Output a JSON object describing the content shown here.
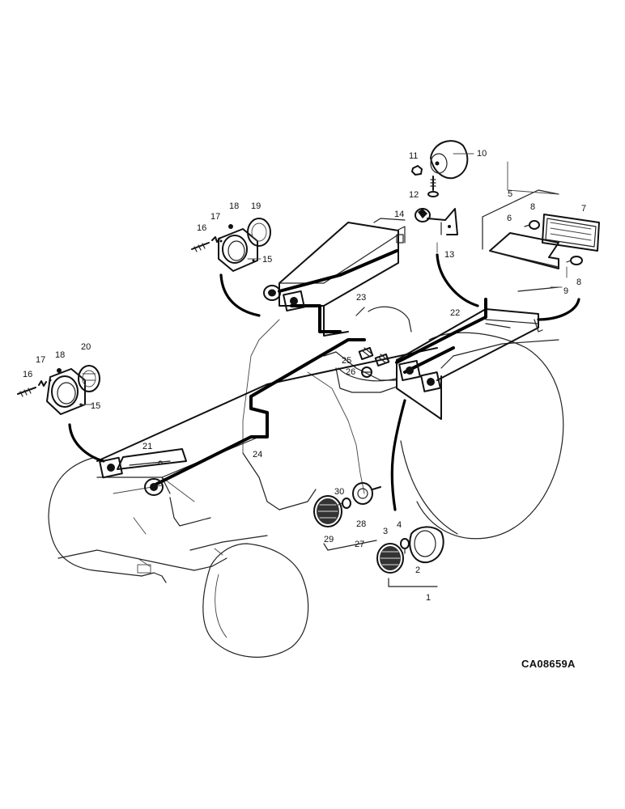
{
  "figure_code": "CA08659A",
  "callouts": [
    {
      "id": "c1",
      "text": "1"
    },
    {
      "id": "c2",
      "text": "2"
    },
    {
      "id": "c3",
      "text": "3"
    },
    {
      "id": "c4",
      "text": "4"
    },
    {
      "id": "c5",
      "text": "5"
    },
    {
      "id": "c6",
      "text": "6"
    },
    {
      "id": "c7",
      "text": "7"
    },
    {
      "id": "c8a",
      "text": "8"
    },
    {
      "id": "c8b",
      "text": "8"
    },
    {
      "id": "c9",
      "text": "9"
    },
    {
      "id": "c10",
      "text": "10"
    },
    {
      "id": "c11",
      "text": "11"
    },
    {
      "id": "c12",
      "text": "12"
    },
    {
      "id": "c13",
      "text": "13"
    },
    {
      "id": "c14",
      "text": "14"
    },
    {
      "id": "c15a",
      "text": "15"
    },
    {
      "id": "c15b",
      "text": "15"
    },
    {
      "id": "c16a",
      "text": "16"
    },
    {
      "id": "c16b",
      "text": "16"
    },
    {
      "id": "c17a",
      "text": "17"
    },
    {
      "id": "c17b",
      "text": "17"
    },
    {
      "id": "c18a",
      "text": "18"
    },
    {
      "id": "c18b",
      "text": "18"
    },
    {
      "id": "c19",
      "text": "19"
    },
    {
      "id": "c20",
      "text": "20"
    },
    {
      "id": "c21",
      "text": "21"
    },
    {
      "id": "c22",
      "text": "22"
    },
    {
      "id": "c23",
      "text": "23"
    },
    {
      "id": "c24",
      "text": "24"
    },
    {
      "id": "c25",
      "text": "25"
    },
    {
      "id": "c26",
      "text": "26"
    },
    {
      "id": "c27",
      "text": "27"
    },
    {
      "id": "c28",
      "text": "28"
    },
    {
      "id": "c29",
      "text": "29"
    },
    {
      "id": "c30",
      "text": "30"
    }
  ]
}
